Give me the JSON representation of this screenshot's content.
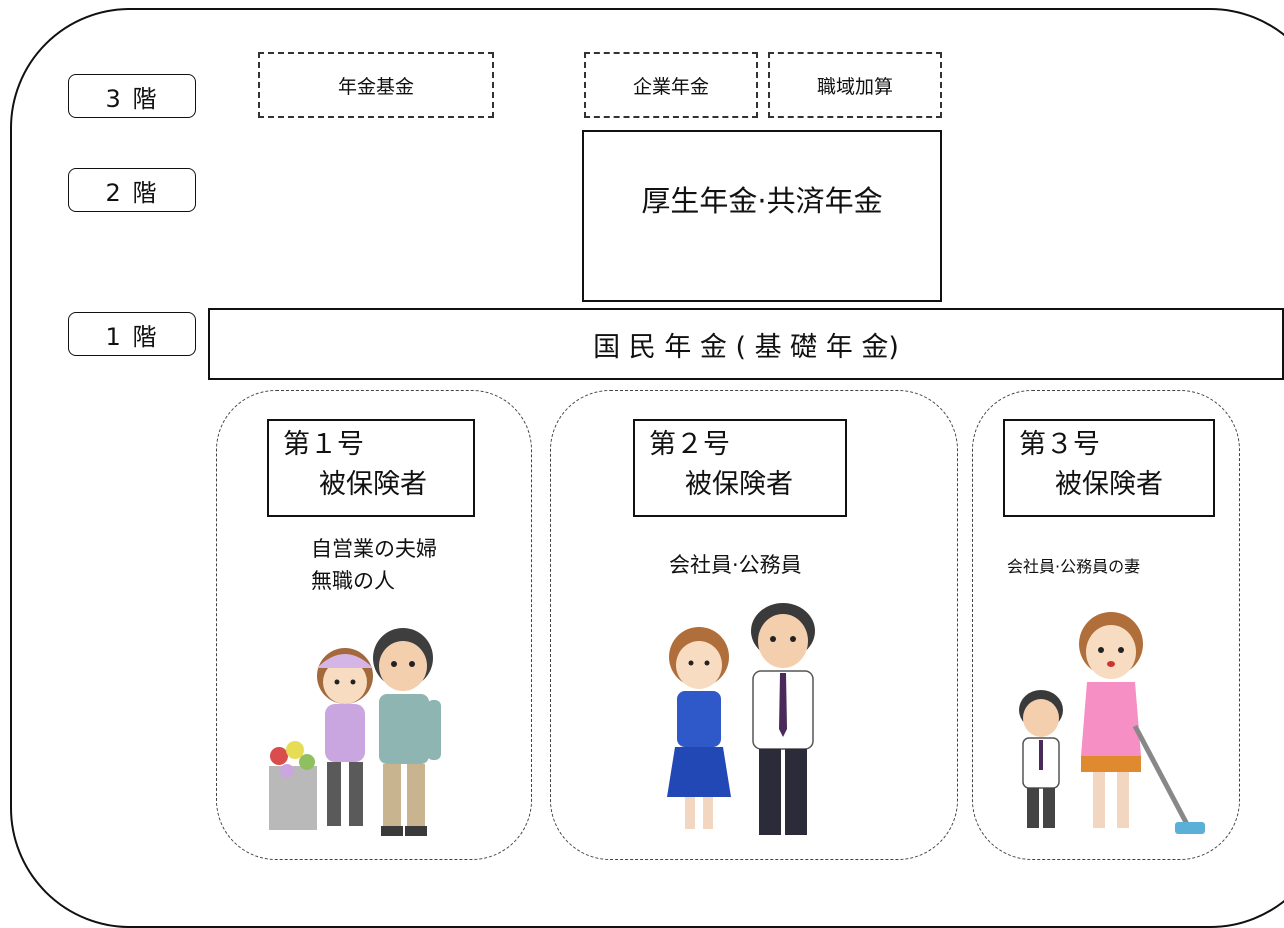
{
  "floors": {
    "third": "3 階",
    "second": "2 階",
    "first": "1 階"
  },
  "tier3": {
    "fund": "年金基金",
    "corporate": "企業年金",
    "occupational": "職域加算"
  },
  "tier2": {
    "label": "厚生年金·共済年金"
  },
  "tier1": {
    "label": "国 民 年 金 ( 基 礎 年 金)"
  },
  "groups": [
    {
      "line1": "第１号",
      "line2": "被保険者",
      "desc1": "自営業の夫婦",
      "desc2": "無職の人"
    },
    {
      "line1": "第２号",
      "line2": "被保険者",
      "desc1": "会社員·公務員"
    },
    {
      "line1": "第３号",
      "line2": "被保険者",
      "desc1": "会社員·公務員の妻"
    }
  ]
}
